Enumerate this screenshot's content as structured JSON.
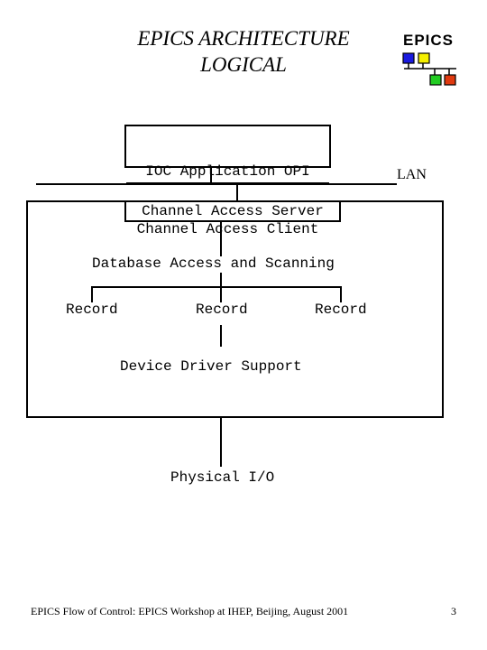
{
  "title": {
    "line1": "EPICS ARCHITECTURE",
    "line2": "LOGICAL"
  },
  "logo": {
    "text": "EPICS",
    "colors": [
      "#1a1ae0",
      "#f5f000",
      "#22cc22",
      "#e03a10"
    ]
  },
  "opi": {
    "line1": "IOC Application OPI",
    "line2": "Channel Access Client"
  },
  "lan_label": "LAN",
  "ioc": {
    "server": "Channel Access Server",
    "database": "Database Access and Scanning",
    "records": [
      "Record",
      "Record",
      "Record"
    ],
    "driver": "Device Driver Support"
  },
  "physical_io": "Physical I/O",
  "footer": {
    "text": "EPICS Flow of Control: EPICS Workshop at IHEP, Beijing, August 2001",
    "page": "3"
  }
}
